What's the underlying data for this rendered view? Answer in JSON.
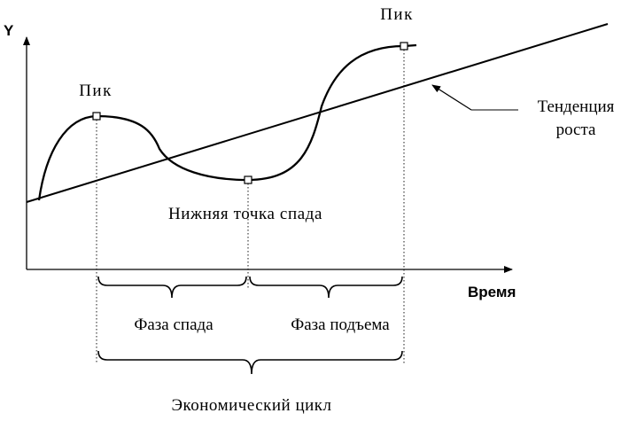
{
  "diagram": {
    "y_axis_label": "Y",
    "x_axis_label": "Время",
    "peak_left_label": "Пик",
    "peak_right_label": "Пик",
    "trough_label": "Нижняя точка спада",
    "trend_label_line1": "Тенденция",
    "trend_label_line2": "роста",
    "phase_decline_label": "Фаза спада",
    "phase_rise_label": "Фаза подъема",
    "cycle_label": "Экономический цикл",
    "colors": {
      "ink": "#000000",
      "background": "#ffffff"
    }
  }
}
